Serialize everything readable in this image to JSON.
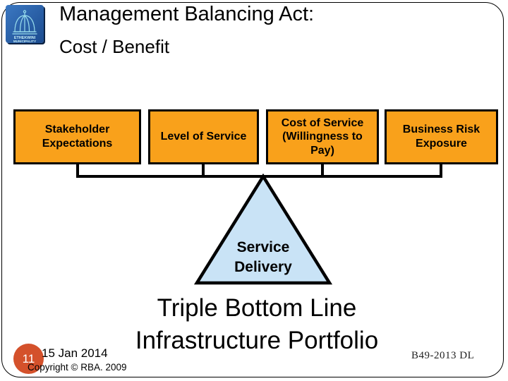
{
  "header": {
    "title_line1": "Management Balancing Act:",
    "title_line2": "Cost / Benefit"
  },
  "logo": {
    "org_line1": "ETHEKWINI",
    "org_line2": "MUNICIPALITY",
    "bg_color_top": "#3b78c2",
    "bg_color_bottom": "#1b4b8f",
    "dome_line_color": "#9adeed"
  },
  "balance_diagram": {
    "boxes": [
      {
        "label": "Stakeholder Expectations"
      },
      {
        "label": "Level of Service"
      },
      {
        "label": "Cost of Service (Willingness to Pay)"
      },
      {
        "label": "Business Risk Exposure"
      }
    ],
    "box_fill": "#f9a11b",
    "box_border": "#000000",
    "fulcrum_label": "Service Delivery",
    "triangle_fill": "#c9e3f6"
  },
  "caption": {
    "line1": "Triple Bottom Line",
    "line2": "Infrastructure Portfolio"
  },
  "footer": {
    "slide_number": "11",
    "badge_color": "#d4512b",
    "date": "15 Jan 2014",
    "copyright": "Copyright © RBA. 2009",
    "doc_ref": "B49-2013 DL"
  }
}
